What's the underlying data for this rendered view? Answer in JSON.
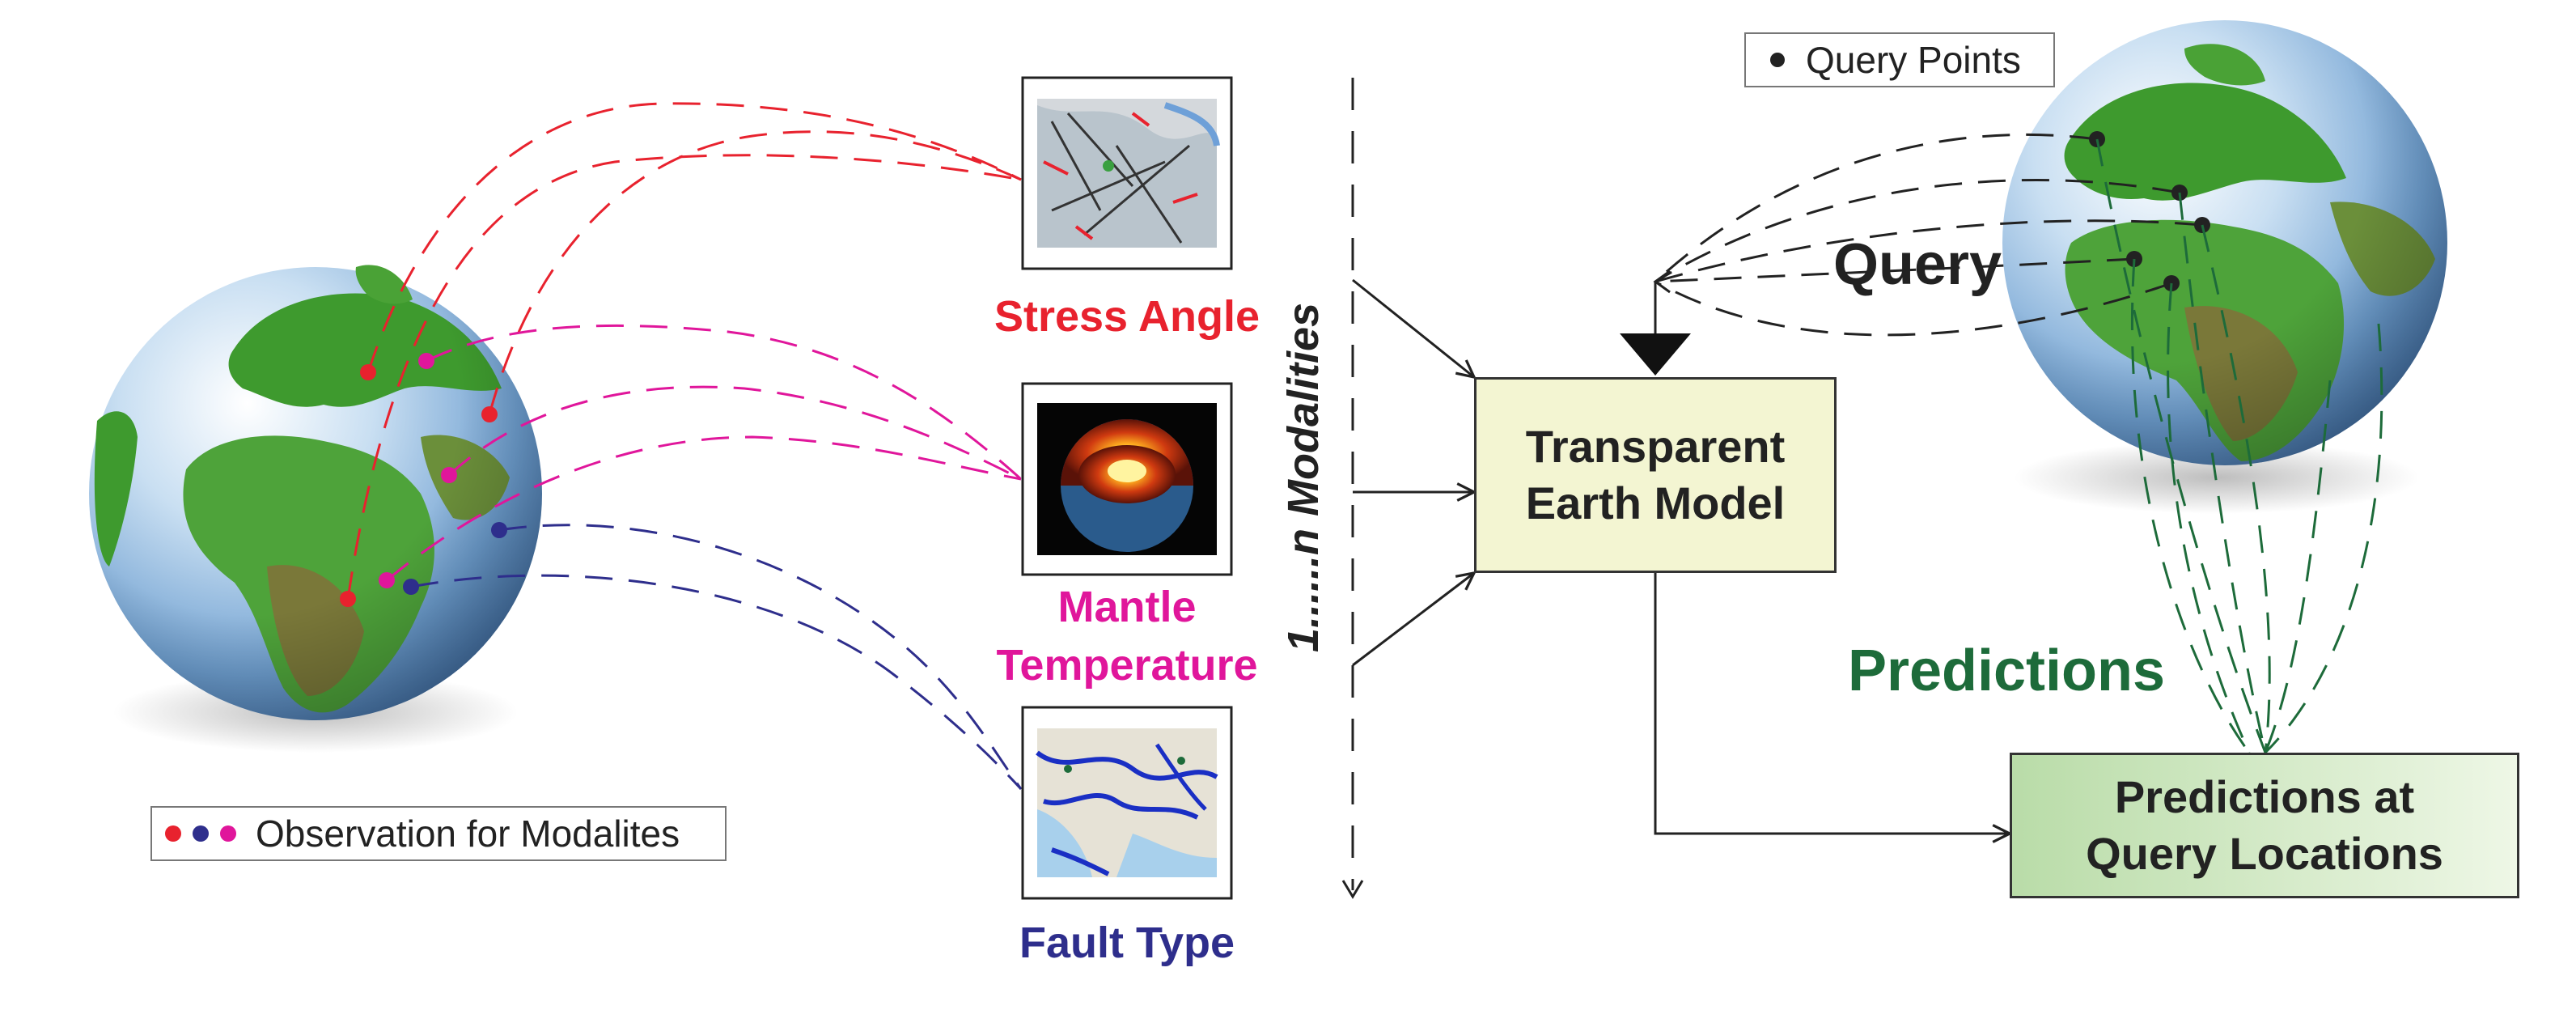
{
  "modalities": [
    {
      "name": "Stress Angle",
      "color": "#e8222e"
    },
    {
      "name": "Mantle Temperature",
      "color": "#e0169b"
    },
    {
      "name": "Fault Type",
      "color": "#2e2e8c"
    }
  ],
  "mantle_line1": "Mantle",
  "mantle_line2": "Temperature",
  "modalities_axis_label": "1......n Modalities",
  "model_box": {
    "line1": "Transparent",
    "line2": "Earth Model",
    "fill": "#f3f5d2"
  },
  "query_label": "Query",
  "predictions_label": "Predictions",
  "predictions_color": "#1d6b3a",
  "predictions_box": {
    "line1": "Predictions at",
    "line2": "Query Locations"
  },
  "legend_observation": "Observation for Modalites",
  "legend_query": "Query Points",
  "observation_dot_colors": [
    "#e8222e",
    "#2e2e8c",
    "#e0169b"
  ],
  "query_dot_color": "#222222"
}
